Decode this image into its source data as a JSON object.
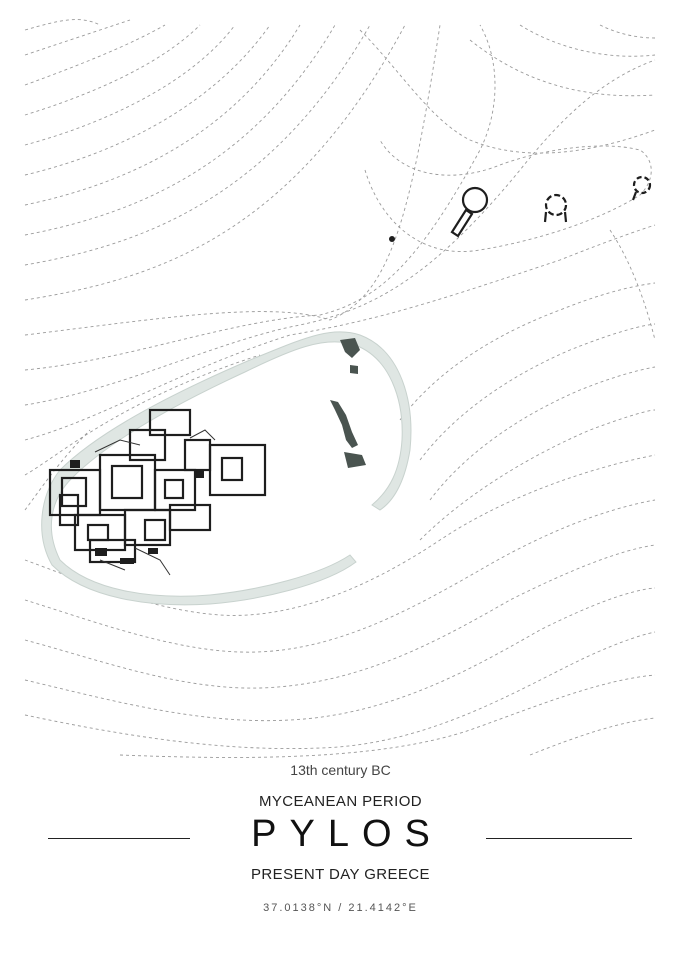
{
  "poster": {
    "era": "13th century BC",
    "period": "MYCEANEAN PERIOD",
    "title": "PYLOS",
    "country": "PRESENT DAY GREECE",
    "coordinates": "37.0138°N / 21.4142°E"
  },
  "colors": {
    "background": "#ffffff",
    "contour": "#9a9a9a",
    "ruins": "#1e1e1e",
    "wall": "#dfe6e3",
    "text": "#222222"
  }
}
